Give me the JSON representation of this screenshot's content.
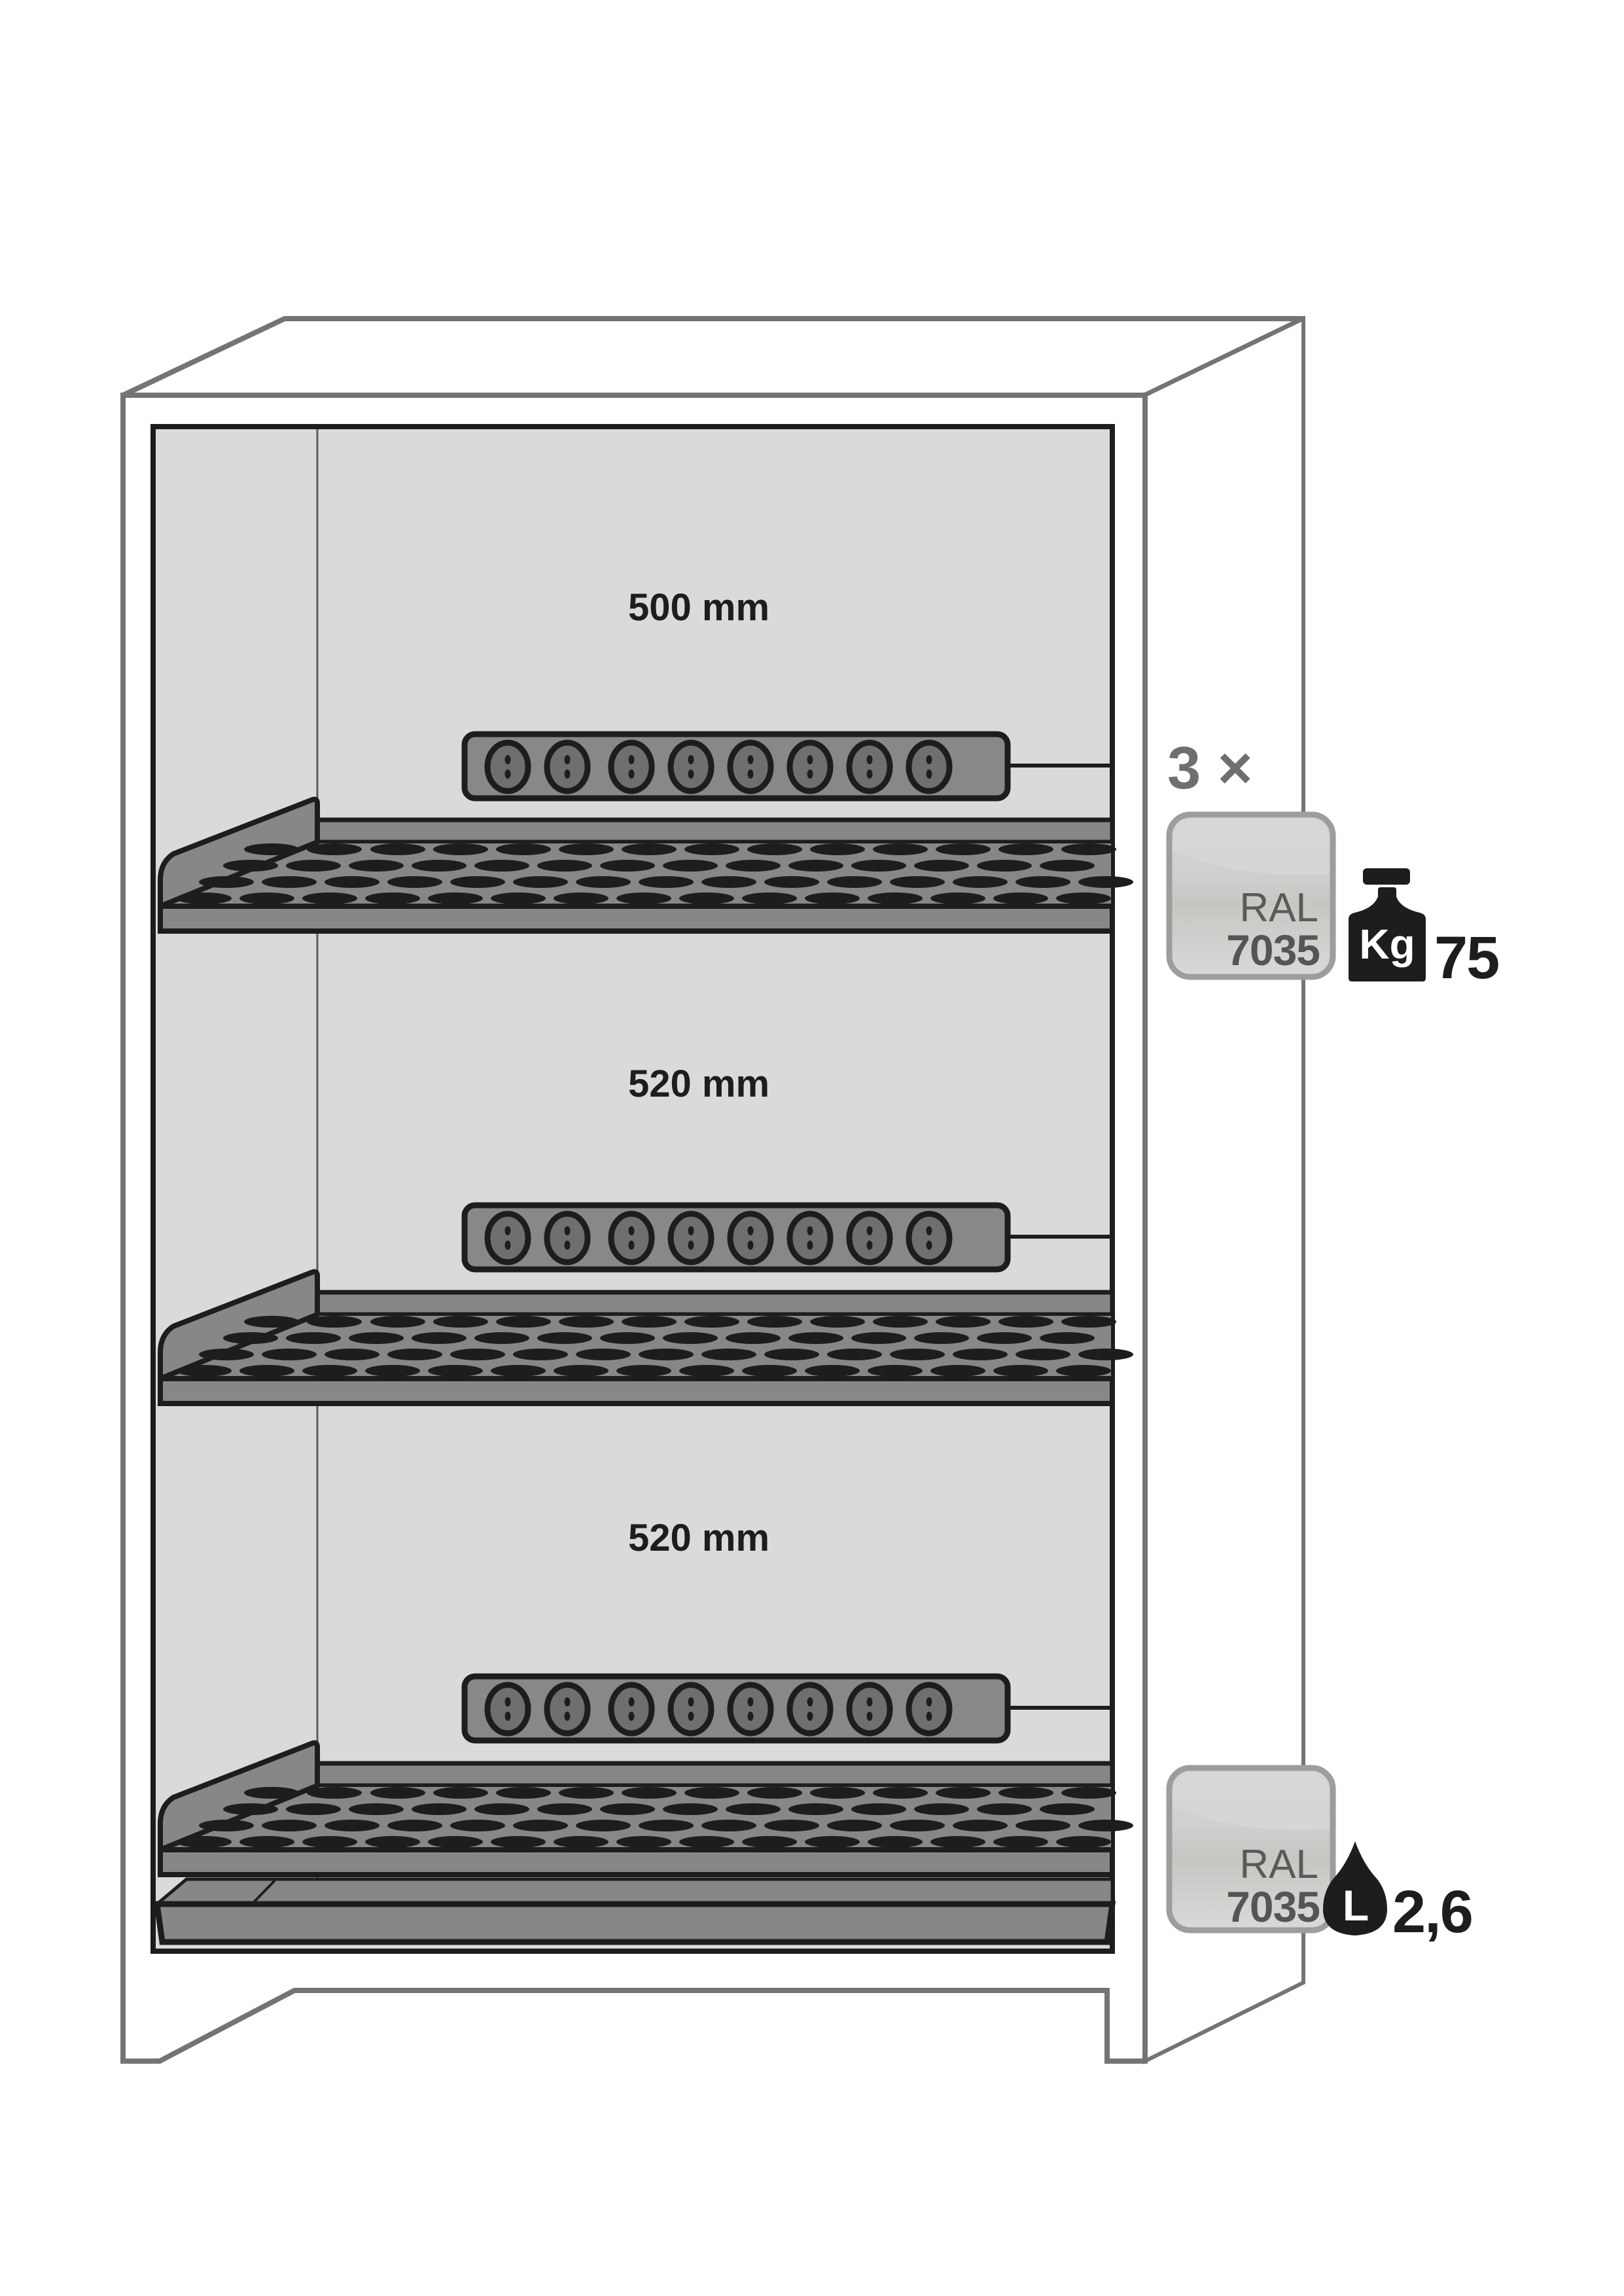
{
  "diagram": {
    "subject": "cabinet with 3 perforated shelves, power strips and bottom sump tray",
    "compartments": [
      {
        "height_label": "500 mm",
        "power_strip_sockets": 8
      },
      {
        "height_label": "520 mm",
        "power_strip_sockets": 8
      },
      {
        "height_label": "520 mm",
        "power_strip_sockets": 8
      }
    ],
    "shelves": {
      "quantity_label": "3 ×",
      "ral_badge": {
        "word": "RAL",
        "code": "7035"
      },
      "load_icon": "weight-kg-icon",
      "load_icon_text": "Kg",
      "load_value": "75"
    },
    "sump": {
      "ral_badge": {
        "word": "RAL",
        "code": "7035"
      },
      "volume_icon": "liquid-drop-l-icon",
      "volume_icon_text": "L",
      "volume_value": "2,6"
    },
    "colors": {
      "outline_gray": "#747474",
      "interior": "#dadada",
      "shelf_gray": "#878787",
      "dark": "#1d1d1b",
      "badge_light": "#d6d6d4",
      "badge_border": "#9d9d9d"
    }
  }
}
